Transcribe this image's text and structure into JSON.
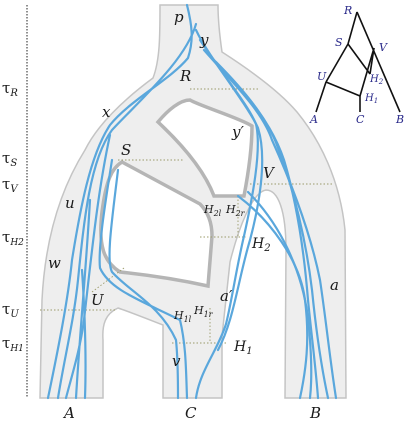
{
  "time_axis": {
    "labels": [
      {
        "base": "τ",
        "sub": "R"
      },
      {
        "base": "τ",
        "sub": "S"
      },
      {
        "base": "τ",
        "sub": "V"
      },
      {
        "base": "τ",
        "sub": "H2"
      },
      {
        "base": "τ",
        "sub": "U"
      },
      {
        "base": "τ",
        "sub": "H1"
      }
    ]
  },
  "network_labels": {
    "p": "p",
    "y": "y",
    "R": "R",
    "x": "x",
    "y_prime": "y′",
    "S": "S",
    "V": "V",
    "u": "u",
    "H2l": "H",
    "H2l_sub": "2l",
    "H2r": "H",
    "H2r_sub": "2r",
    "H2": "H",
    "H2_sub": "2",
    "w": "w",
    "a": "a",
    "a_prime": "a′",
    "U": "U",
    "H1l": "H",
    "H1l_sub": "1l",
    "H1r": "H",
    "H1r_sub": "1r",
    "H1": "H",
    "H1_sub": "1",
    "v": "v"
  },
  "leaves": {
    "A": "A",
    "C": "C",
    "B": "B"
  },
  "inset": {
    "R": "R",
    "S": "S",
    "V": "V",
    "U": "U",
    "H2": "H",
    "H2_sub": "2",
    "H1": "H",
    "H1_sub": "1",
    "A": "A",
    "C": "C",
    "B": "B"
  },
  "colors": {
    "tube": "#eeeeee",
    "tube_stroke": "#c4c4c4",
    "gene": "#5aa7dc",
    "inset_label": "#2a2a8a"
  }
}
